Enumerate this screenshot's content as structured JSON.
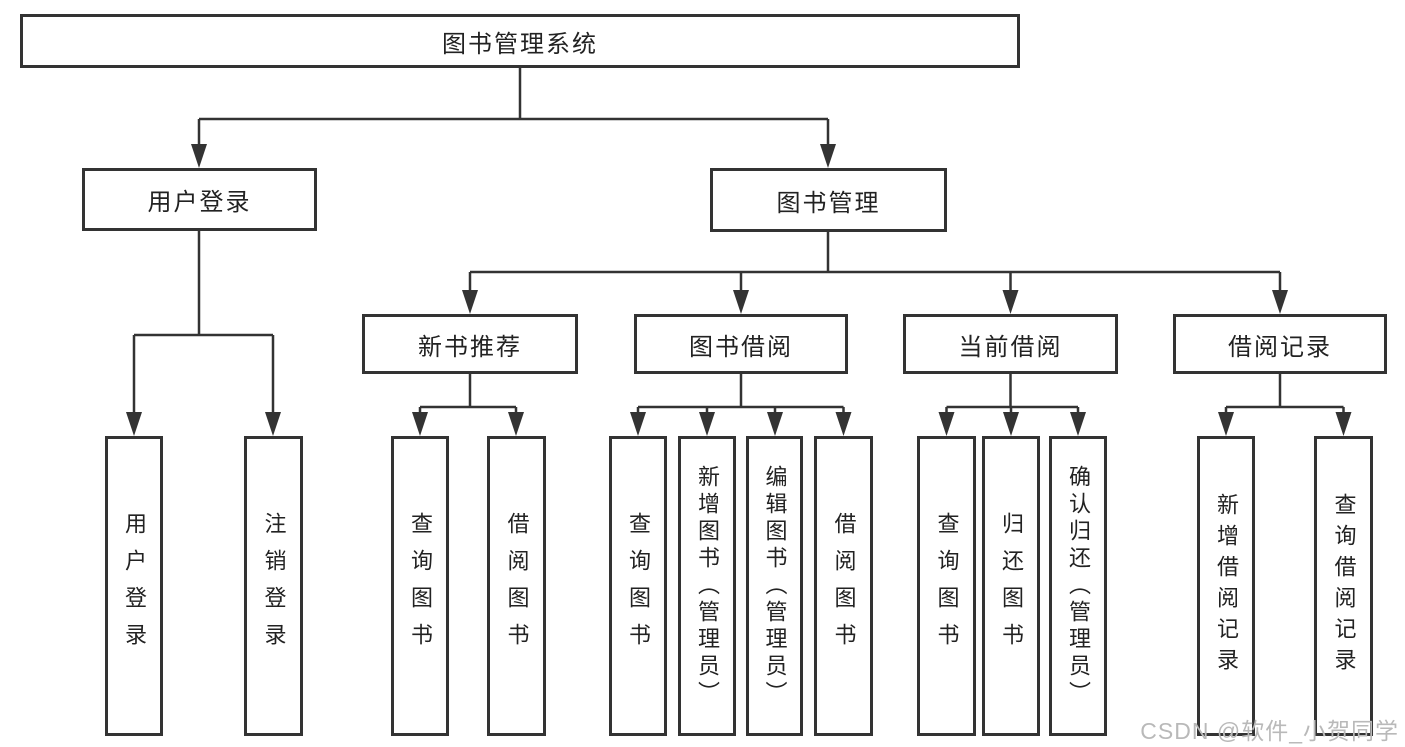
{
  "colors": {
    "line": "#333333",
    "box_border": "#333333",
    "text": "#222222",
    "background": "#ffffff",
    "watermark": "#b9b9b9"
  },
  "watermark": "CSDN @软件_小贺同学",
  "tree": {
    "label": "图书管理系统",
    "children": [
      {
        "label": "用户登录",
        "children": [
          {
            "label": "用户登录"
          },
          {
            "label": "注销登录"
          }
        ]
      },
      {
        "label": "图书管理",
        "children": [
          {
            "label": "新书推荐",
            "children": [
              {
                "label": "查询图书"
              },
              {
                "label": "借阅图书"
              }
            ]
          },
          {
            "label": "图书借阅",
            "children": [
              {
                "label": "查询图书"
              },
              {
                "label": "新增图书（管理员）"
              },
              {
                "label": "编辑图书（管理员）"
              },
              {
                "label": "借阅图书"
              }
            ]
          },
          {
            "label": "当前借阅",
            "children": [
              {
                "label": "查询图书"
              },
              {
                "label": "归还图书"
              },
              {
                "label": "确认归还（管理员）"
              }
            ]
          },
          {
            "label": "借阅记录",
            "children": [
              {
                "label": "新增借阅记录"
              },
              {
                "label": "查询借阅记录"
              }
            ]
          }
        ]
      }
    ]
  }
}
